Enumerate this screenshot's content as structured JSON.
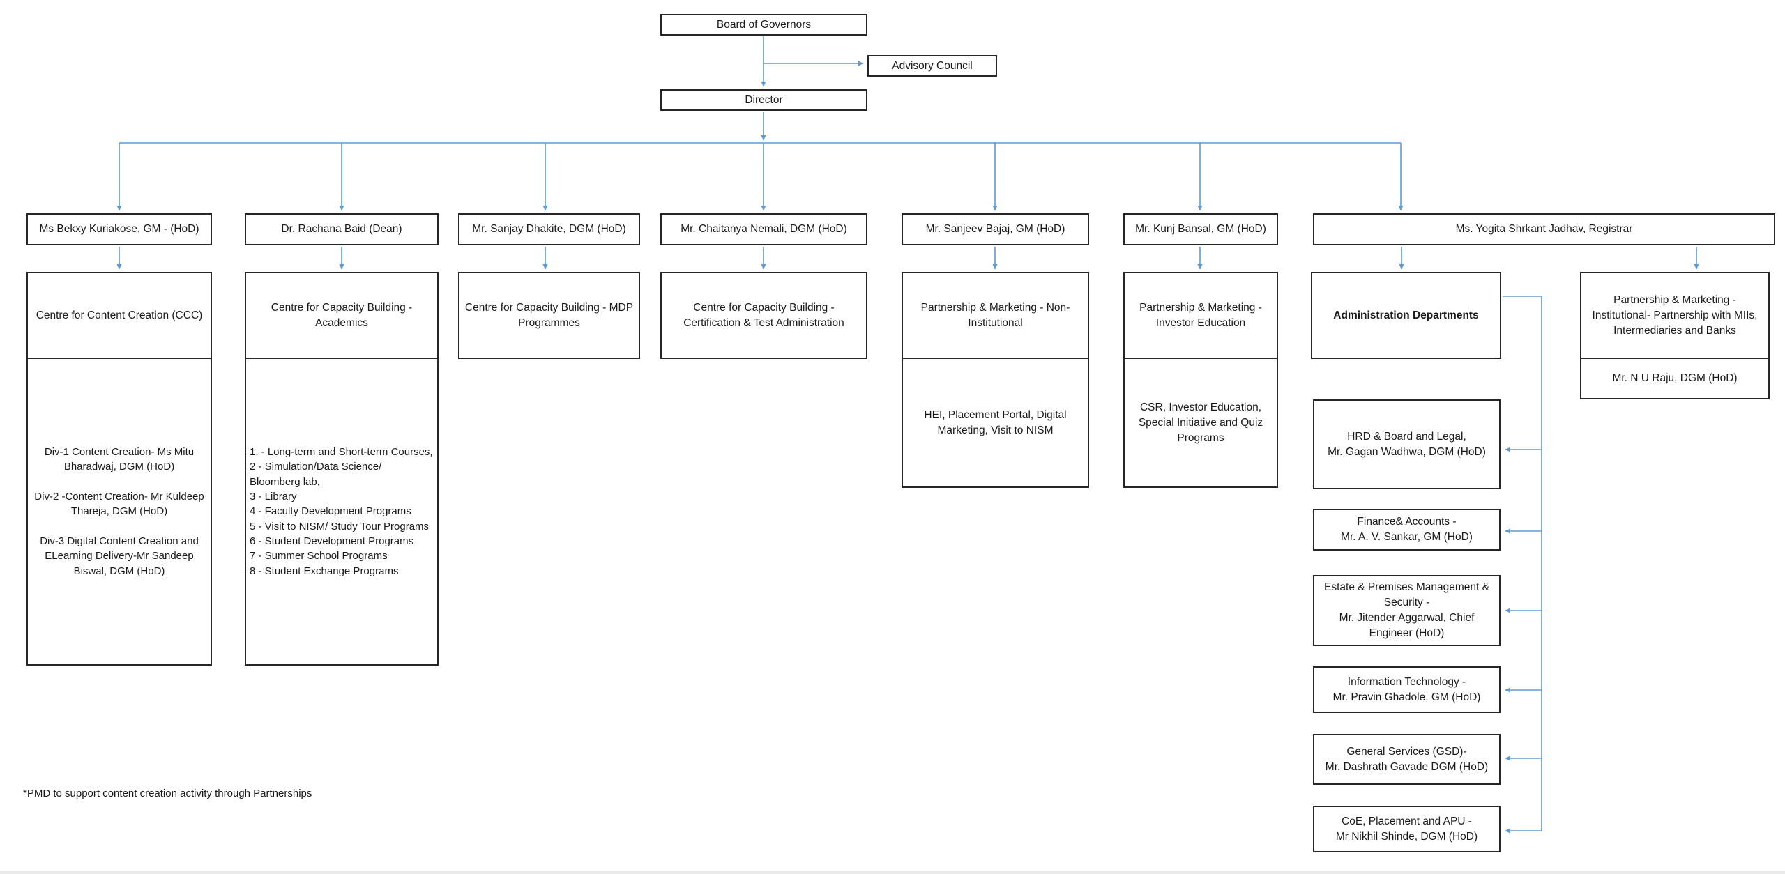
{
  "palette": {
    "connector_blue": "#5b9bd5",
    "box_border": "#262626",
    "text": "#1a1a1a"
  },
  "org": {
    "board": "Board of Governors",
    "advisory": "Advisory Council",
    "director": "Director",
    "footnote": "*PMD to support content creation activity through Partnerships",
    "columns": [
      {
        "head": "Ms Bekxy Kuriakose, GM - (HoD)",
        "unit": "Centre for Content Creation (CCC)",
        "details": [
          "Div-1 Content Creation- Ms Mitu Bharadwaj, DGM (HoD)",
          "",
          "Div-2 -Content Creation- Mr Kuldeep Thareja, DGM (HoD)",
          "",
          "Div-3 Digital Content Creation and ELearning Delivery-Mr Sandeep Biswal, DGM (HoD)"
        ]
      },
      {
        "head": "Dr. Rachana Baid (Dean)",
        "unit": "Centre for Capacity Building - Academics",
        "details": [
          "1. - Long-term and Short-term Courses,",
          "2 - Simulation/Data Science/ Bloomberg lab,",
          "3 - Library",
          "4 - Faculty Development Programs",
          "5 - Visit to NISM/ Study Tour Programs",
          "6 - Student Development Programs",
          "7 - Summer School Programs",
          "8 - Student Exchange Programs"
        ]
      },
      {
        "head": "Mr. Sanjay Dhakite, DGM (HoD)",
        "unit": "Centre for Capacity Building - MDP Programmes"
      },
      {
        "head": "Mr. Chaitanya Nemali, DGM (HoD)",
        "unit": "Centre for Capacity Building - Certification & Test Administration"
      },
      {
        "head": "Mr. Sanjeev Bajaj, GM (HoD)",
        "unit": "Partnership & Marketing - Non-Institutional",
        "sub": "HEI, Placement Portal, Digital Marketing, Visit to NISM"
      },
      {
        "head": "Mr. Kunj Bansal, GM (HoD)",
        "unit": "Partnership & Marketing - Investor Education",
        "sub": "CSR, Investor Education, Special Initiative and Quiz Programs"
      },
      {
        "head": "Ms. Yogita Shrkant Jadhav, Registrar"
      }
    ],
    "admin": {
      "title": "Administration Departments",
      "departments": [
        {
          "label": [
            "HRD & Board and Legal,",
            "Mr. Gagan Wadhwa, DGM (HoD)"
          ]
        },
        {
          "label": [
            "Finance& Accounts -",
            "Mr. A. V. Sankar, GM (HoD)"
          ]
        },
        {
          "label": [
            "Estate & Premises Management & Security -",
            "Mr. Jitender Aggarwal, Chief Engineer (HoD)"
          ]
        },
        {
          "label": [
            "Information Technology -",
            "Mr. Pravin Ghadole, GM (HoD)"
          ]
        },
        {
          "label": [
            "General Services (GSD)-",
            "Mr. Dashrath Gavade DGM (HoD)"
          ]
        },
        {
          "label": [
            "CoE, Placement and APU -",
            "Mr Nikhil Shinde, DGM (HoD)"
          ]
        }
      ]
    },
    "pm_institutional": {
      "unit": "Partnership & Marketing - Institutional- Partnership with MIIs, Intermediaries and Banks",
      "hod": "Mr. N U Raju, DGM (HoD)"
    }
  }
}
